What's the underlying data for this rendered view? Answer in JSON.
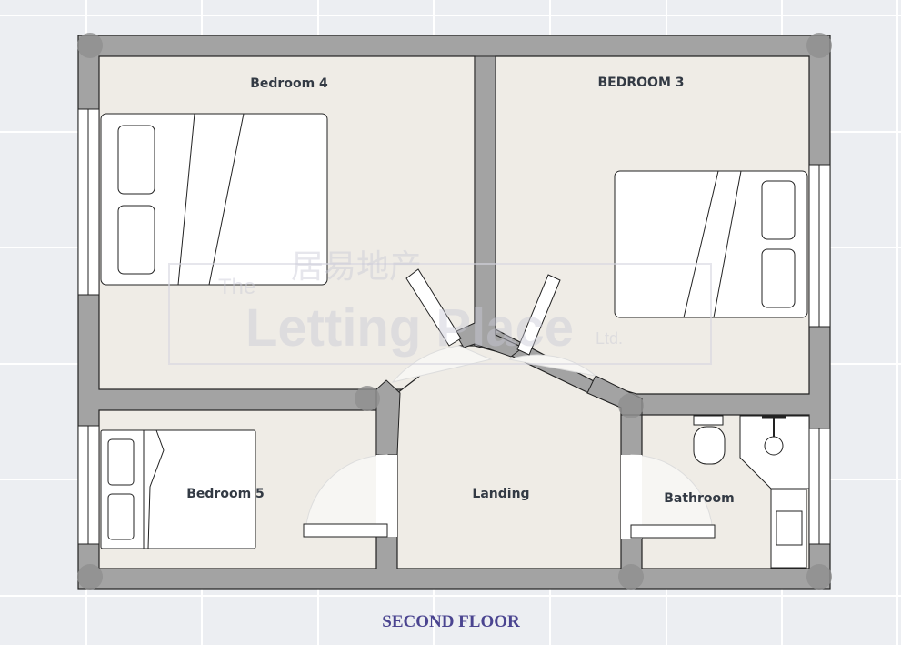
{
  "plan": {
    "floor_title": "SECOND FLOOR",
    "rooms": [
      {
        "label": "Bedroom 4"
      },
      {
        "label": "BEDROOM 3"
      },
      {
        "label": "Bedroom 5"
      },
      {
        "label": "Landing"
      },
      {
        "label": "Bathroom"
      }
    ],
    "watermark": {
      "chinese": "居易地产",
      "the": "The",
      "name": "Letting Place",
      "suffix": "Ltd."
    }
  },
  "colors": {
    "wall": "#a3a3a3",
    "floor": "#efece6",
    "title": "#4a4490",
    "background": "#eceef2"
  }
}
